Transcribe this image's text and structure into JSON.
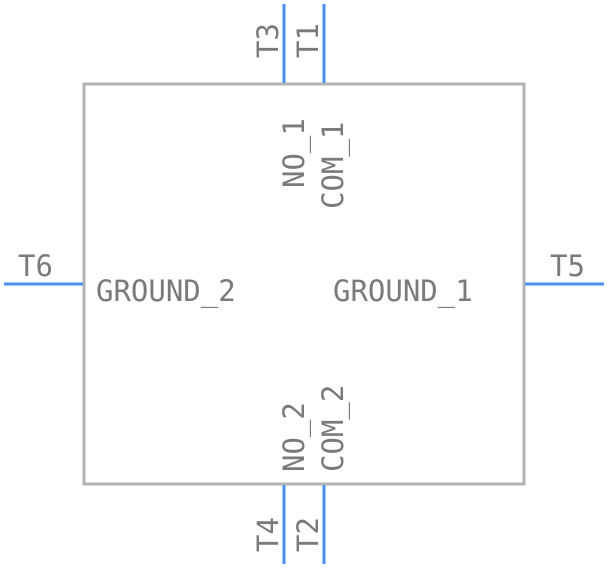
{
  "component": {
    "pins": [
      {
        "id": "T3",
        "label": "T3"
      },
      {
        "id": "T1",
        "label": "T1"
      },
      {
        "id": "T6",
        "label": "T6"
      },
      {
        "id": "T5",
        "label": "T5"
      },
      {
        "id": "T4",
        "label": "T4"
      },
      {
        "id": "T2",
        "label": "T2"
      }
    ],
    "signals": {
      "no_1": "NO_1",
      "com_1": "COM_1",
      "ground_2": "GROUND_2",
      "ground_1": "GROUND_1",
      "no_2": "NO_2",
      "com_2": "COM_2"
    }
  },
  "colors": {
    "pin": "#4a8ef0",
    "body_outline": "#b4b4b4",
    "text": "#7a7a7a"
  }
}
